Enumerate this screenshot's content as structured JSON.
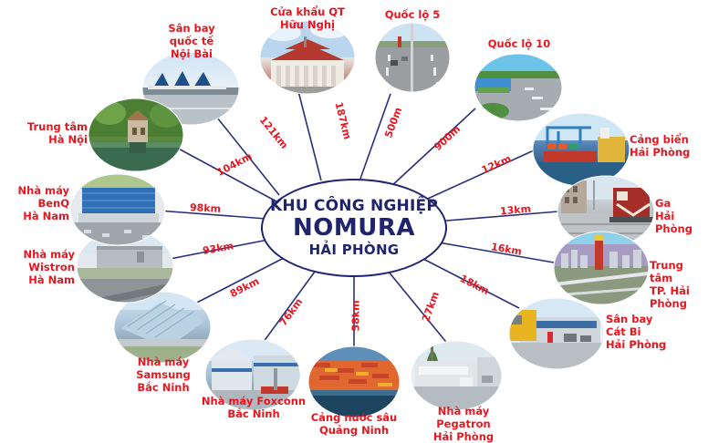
{
  "hub": {
    "line1": "KHU CÔNG NGHIỆP",
    "line2": "NOMURA",
    "line3": "HẢI PHÒNG"
  },
  "colors": {
    "hub_navy": "#20246e",
    "label_red": "#e8161f",
    "wire_navy": "#2b2f7a",
    "background": "#ffffff"
  },
  "nodes": [
    {
      "id": "noi-bai-airport",
      "label": "Sân bay\nquốc tế\nNội Bài",
      "distance": "121km",
      "image": "airport-runway-photo"
    },
    {
      "id": "huu-nghi-border",
      "label": "Cửa khẩu QT\nHữu Nghị",
      "distance": "187km",
      "image": "border-gate-building-photo"
    },
    {
      "id": "highway-5",
      "label": "Quốc lộ 5",
      "distance": "500m",
      "image": "highway-road-photo"
    },
    {
      "id": "highway-10",
      "label": "Quốc lộ 10",
      "distance": "900m",
      "image": "highway-road-photo"
    },
    {
      "id": "hai-phong-seaport",
      "label": "Cảng biển\nHải Phòng",
      "distance": "12km",
      "image": "seaport-cranes-photo"
    },
    {
      "id": "hai-phong-station",
      "label": "Ga\nHải Phòng",
      "distance": "13km",
      "image": "railway-station-photo"
    },
    {
      "id": "hai-phong-city-center",
      "label": "Trung tâm\nTP. Hải Phòng",
      "distance": "16km",
      "image": "city-aerial-photo"
    },
    {
      "id": "cat-bi-airport",
      "label": "Sân bay\nCát Bi\nHải Phòng",
      "distance": "18km",
      "image": "airport-terminal-photo"
    },
    {
      "id": "pegatron-factory",
      "label": "Nhà máy\nPegatron\nHải Phòng",
      "distance": "27km",
      "image": "pegatron-factory-photo"
    },
    {
      "id": "quang-ninh-deep-port",
      "label": "Cảng nước sâu\nQuảng Ninh",
      "distance": "58km",
      "image": "container-port-photo"
    },
    {
      "id": "foxconn-factory",
      "label": "Nhà máy Foxconn\nBắc Ninh",
      "distance": "76km",
      "image": "foxconn-factory-photo"
    },
    {
      "id": "samsung-factory",
      "label": "Nhà máy\nSamsung\nBắc Ninh",
      "distance": "89km",
      "image": "samsung-factory-photo"
    },
    {
      "id": "wistron-factory",
      "label": "Nhà máy\nWistron\nHà Nam",
      "distance": "93km",
      "image": "wistron-factory-photo"
    },
    {
      "id": "benq-factory",
      "label": "Nhà máy\nBenQ\nHà Nam",
      "distance": "98km",
      "image": "benq-factory-photo"
    },
    {
      "id": "hanoi-center",
      "label": "Trung tâm\nHà Nội",
      "distance": "104km",
      "image": "hanoi-lake-temple-photo"
    }
  ]
}
